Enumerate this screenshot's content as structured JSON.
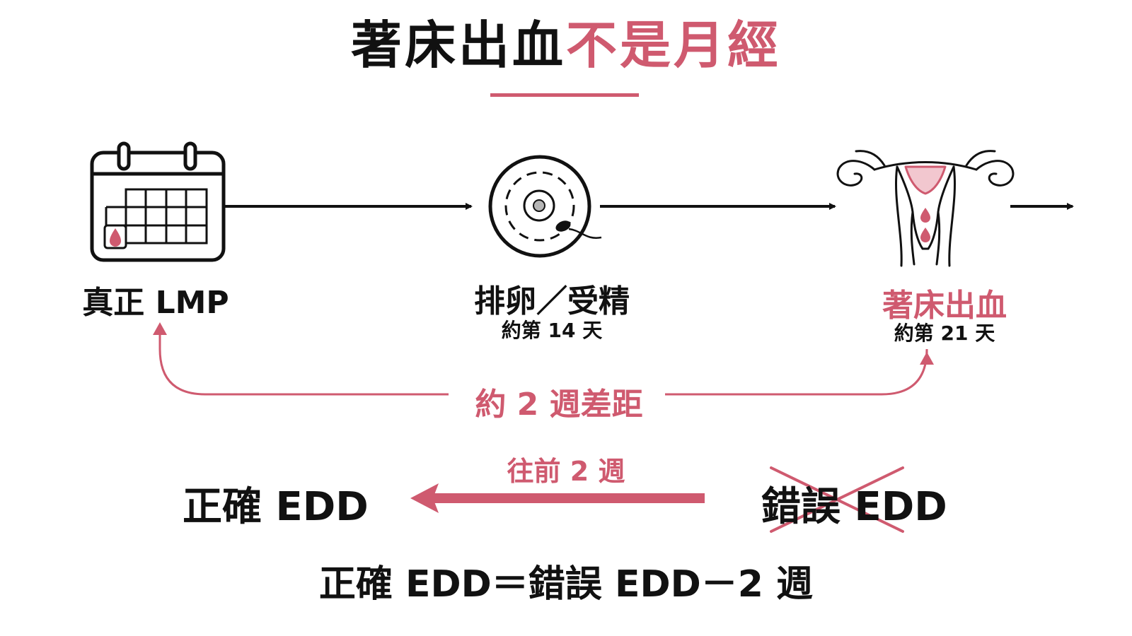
{
  "title": {
    "main": "著床出血",
    "accent": "不是月經"
  },
  "stages": {
    "lmp": {
      "label": "真正 LMP"
    },
    "ovulation": {
      "label": "排卵／受精",
      "sub": "約第 14 天"
    },
    "implantation": {
      "label": "著床出血",
      "sub": "約第 21 天"
    }
  },
  "gap_label": "約 2 週差距",
  "shift": {
    "label": "往前 2 週",
    "correct_edd": "正確 EDD",
    "wrong_edd": "錯誤 EDD"
  },
  "formula": "正確 EDD＝錯誤 EDD－2 週",
  "colors": {
    "accent": "#cf5a6f",
    "ink": "#111111",
    "blush": "#f2c7cf"
  },
  "icons": [
    "calendar-icon",
    "egg-sperm-icon",
    "uterus-icon"
  ]
}
